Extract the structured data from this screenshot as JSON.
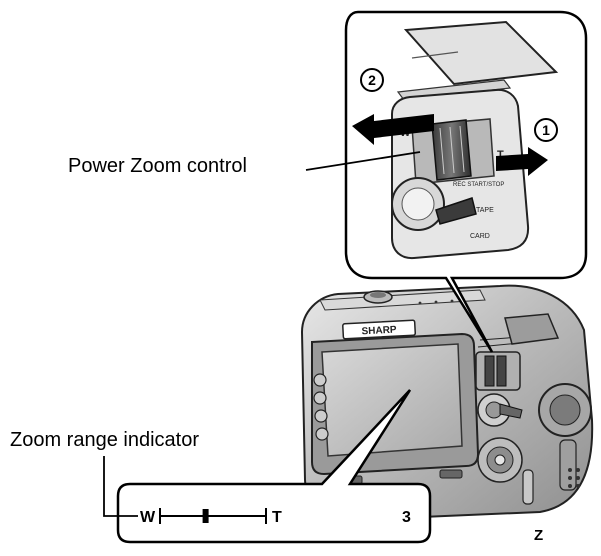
{
  "callouts": {
    "power_zoom": "Power Zoom control",
    "zoom_range": "Zoom range indicator"
  },
  "switch_markings": {
    "step_two": "2",
    "step_one": "1",
    "wide": "W",
    "tele": "T",
    "rec_start_stop": "REC START/STOP",
    "tape": "TAPE",
    "card": "CARD"
  },
  "camera_logo": "SHARP",
  "zoom_display": {
    "wide_label": "W",
    "tele_label": "T",
    "level": 0.43,
    "page_number": "3"
  },
  "corner_mark": "Z",
  "colors": {
    "ink": "#000000",
    "fill": "#ffffff",
    "shade": "#cfcfcf",
    "dark": "#555555"
  }
}
